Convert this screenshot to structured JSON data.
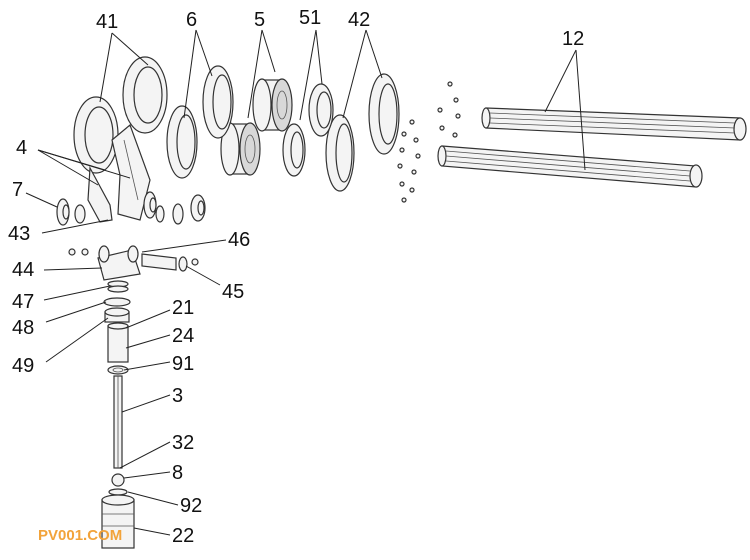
{
  "labels": {
    "l41": "41",
    "l6": "6",
    "l5": "5",
    "l51": "51",
    "l42": "42",
    "l12": "12",
    "l4": "4",
    "l7": "7",
    "l43": "43",
    "l46": "46",
    "l44": "44",
    "l45": "45",
    "l47": "47",
    "l48": "48",
    "l21": "21",
    "l24": "24",
    "l49": "49",
    "l91": "91",
    "l3": "3",
    "l32": "32",
    "l8": "8",
    "l92": "92",
    "l22": "22"
  },
  "watermark": "PV001.COM"
}
